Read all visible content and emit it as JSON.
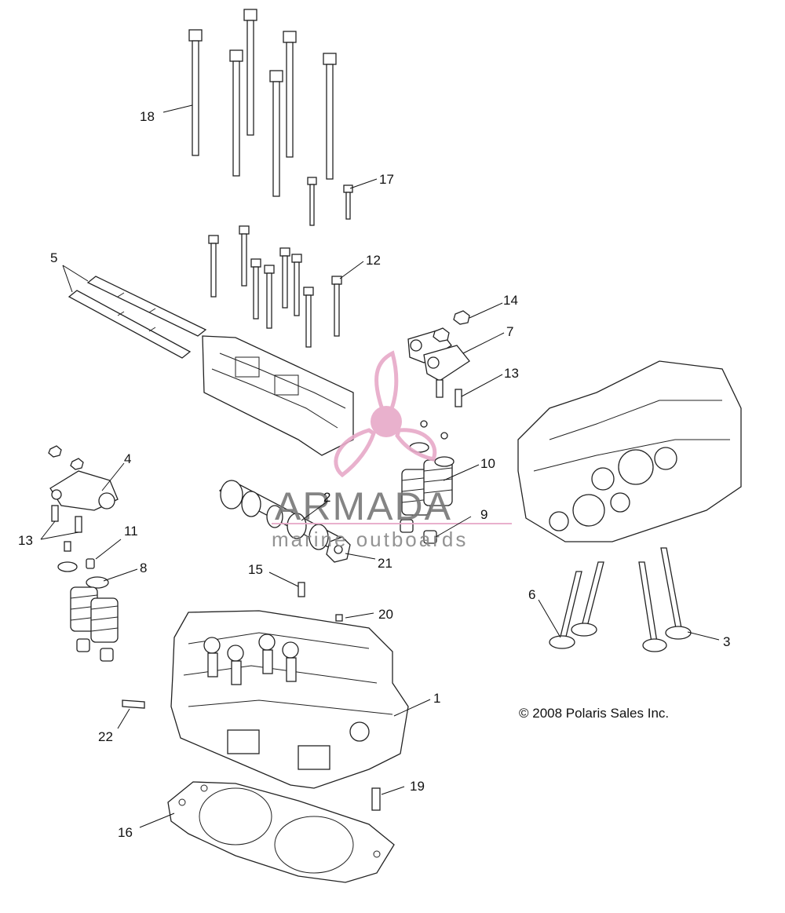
{
  "callouts": [
    "1",
    "2",
    "3",
    "4",
    "5",
    "6",
    "7",
    "8",
    "9",
    "10",
    "11",
    "12",
    "13",
    "13",
    "14",
    "15",
    "16",
    "17",
    "18",
    "19",
    "20",
    "21",
    "22"
  ],
  "copyright": "© 2008 Polaris Sales Inc.",
  "watermark": {
    "brand": "ARMADA",
    "sub": "marine outboards",
    "color": "#e7a9c8"
  }
}
